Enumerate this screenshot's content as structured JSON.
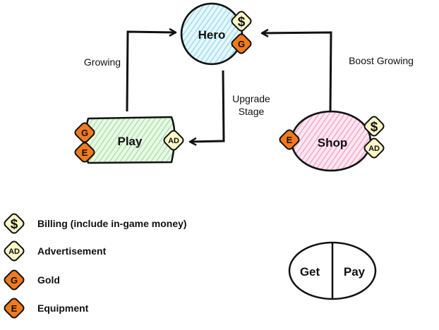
{
  "nodes": {
    "hero": {
      "label": "Hero",
      "fill": "#bfe9f5"
    },
    "play": {
      "label": "Play",
      "fill": "#c6eec4"
    },
    "shop": {
      "label": "Shop",
      "fill": "#f7c3dc"
    }
  },
  "edges": {
    "growing": "Growing",
    "upgrade_line1": "Upgrade",
    "upgrade_line2": "Stage",
    "boost_growing": "Boost Growing"
  },
  "badges": {
    "billing_symbol": "$",
    "ad_symbol": "AD",
    "gold_symbol": "G",
    "equipment_symbol": "E",
    "cream_fill": "#fdf7c8",
    "orange_fill": "#f27a1d"
  },
  "legend": {
    "billing": "Billing (include in-game money)",
    "advertisement": "Advertisement",
    "gold": "Gold",
    "equipment": "Equipment"
  },
  "split_key": {
    "left": "Get",
    "right": "Pay"
  }
}
